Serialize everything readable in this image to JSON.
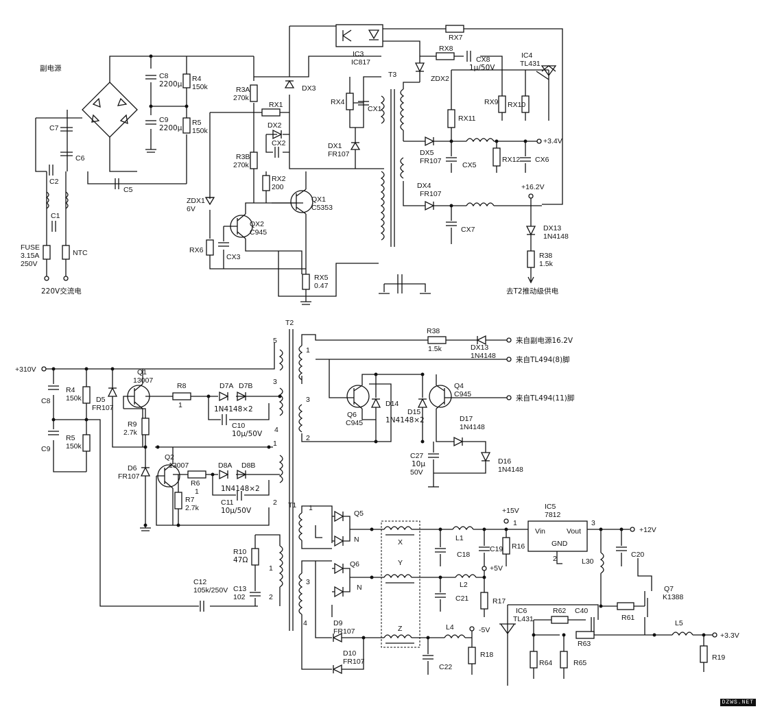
{
  "labels": {
    "aux_psu": "副电源",
    "ac_in": "220V交流电",
    "fuse": "FUSE",
    "fuse_rating": "3.15A",
    "fuse_v": "250V",
    "ntc": "NTC",
    "c7": "C7",
    "c6": "C6",
    "c5": "C5",
    "c2": "C2",
    "c1": "C1",
    "c8a": "C8",
    "c8a_val": "2200μ",
    "c9a": "C9",
    "c9a_val": "2200μ",
    "r4a": "R4",
    "r4a_val": "150k",
    "r5a": "R5",
    "r5a_val": "150k",
    "r3a": "R3A",
    "r3a_val": "270k",
    "r3b": "R3B",
    "r3b_val": "270k",
    "rx1": "RX1",
    "dx2": "DX2",
    "cx2": "CX2",
    "dx3": "DX3",
    "rx2": "RX2",
    "rx2_val": "200",
    "zdx1": "ZDX1",
    "zdx1_val": "6V",
    "qx2": "QX2",
    "qx2_val": "C945",
    "qx1": "QX1",
    "qx1_val": "C5353",
    "rx6": "RX6",
    "cx3": "CX3",
    "rx5": "RX5",
    "rx5_val": "0.47",
    "rx4": "RX4",
    "cx1": "CX1",
    "dx1": "DX1",
    "dx1_val": "FR107",
    "ic3": "IC3",
    "ic3_val": "IC817",
    "t3": "T3",
    "rx7": "RX7",
    "rx8": "RX8",
    "cx8": "CX8",
    "cx8_val": "1μ/50V",
    "ic4": "IC4",
    "ic4_val": "TL431",
    "zdx2": "ZDX2",
    "rx9": "RX9",
    "rx10": "RX10",
    "rx11": "RX11",
    "dx5": "DX5",
    "dx5_val": "FR107",
    "cx5": "CX5",
    "rx12": "RX12",
    "cx6": "CX6",
    "v34": "+3.4V",
    "dx4": "DX4",
    "dx4_val": "FR107",
    "v162": "+16.2V",
    "cx7": "CX7",
    "dx13a": "DX13",
    "dx13a_val": "1N4148",
    "r38a": "R38",
    "r38a_val": "1.5k",
    "to_t2": "去T2推动级供电",
    "t2": "T2",
    "v310": "+310V",
    "c8b": "C8",
    "c9b": "C9",
    "r4b": "R4",
    "r4b_val": "150k",
    "r5b": "R5",
    "r5b_val": "150k",
    "d5": "D5",
    "d5_val": "FR107",
    "q1": "Q1",
    "q1_val": "13007",
    "r8": "R8",
    "r8_val": "1",
    "d7a": "D7A",
    "d7b": "D7B",
    "d7_val": "1N4148×2",
    "r9": "R9",
    "r9_val": "2.7k",
    "c10": "C10",
    "c10_val": "10μ/50V",
    "d6": "D6",
    "d6_val": "FR107",
    "q2": "Q2",
    "q2_val": "13007",
    "r6": "R6",
    "r6_val": "1",
    "d8a": "D8A",
    "d8b": "D8B",
    "d8_val": "1N4148×2",
    "r7": "R7",
    "r7_val": "2.7k",
    "c11": "C11",
    "c11_val": "10μ/50V",
    "r38b": "R38",
    "r38b_val": "1.5k",
    "dx13b": "DX13",
    "dx13b_val": "1N4148",
    "from_aux": "来自副电源16.2V",
    "from_tl8": "来自TL494(8)脚",
    "from_tl11": "来自TL494(11)脚",
    "q6a": "Q6",
    "q6a_val": "C945",
    "d14": "D14",
    "d15": "D15",
    "d15_val": "1N4148×2",
    "q4": "Q4",
    "q4_val": "C945",
    "d17": "D17",
    "d17_val": "1N4148",
    "c27": "C27",
    "c27_val": "10μ",
    "c27_v": "50V",
    "d16": "D16",
    "d16_val": "1N4148",
    "t1": "T1",
    "r10": "R10",
    "r10_val": "47Ω",
    "c12": "C12",
    "c12_val": "105k/250V",
    "c13": "C13",
    "c13_val": "102",
    "q5": "Q5",
    "q6b": "Q6",
    "d9": "D9",
    "d9_val": "FR107",
    "d10": "D10",
    "d10_val": "FR107",
    "x": "X",
    "y": "Y",
    "z": "Z",
    "l1": "L1",
    "l2": "L2",
    "l4": "L4",
    "l5": "L5",
    "l30": "L30",
    "c18": "C18",
    "c19": "C19",
    "c21": "C21",
    "c22": "C22",
    "c20": "C20",
    "c40": "C40",
    "r16": "R16",
    "r17": "R17",
    "r18": "R18",
    "r19": "R19",
    "r61": "R61",
    "r62": "R62",
    "r63": "R63",
    "r64": "R64",
    "r65": "R65",
    "v15": "+15V",
    "v5": "+5V",
    "vm5": "-5V",
    "v12": "+12V",
    "v33": "+3.3V",
    "ic5": "IC5",
    "ic5_val": "7812",
    "vin": "Vin",
    "vout": "Vout",
    "gnd": "GND",
    "q7": "Q7",
    "q7_val": "K1388",
    "ic6": "IC6",
    "ic6_val": "TL431",
    "n": "N",
    "p1": "1",
    "p2": "2",
    "p3": "3",
    "p4": "4",
    "p5": "5",
    "watermark": "DZWS.NET"
  }
}
